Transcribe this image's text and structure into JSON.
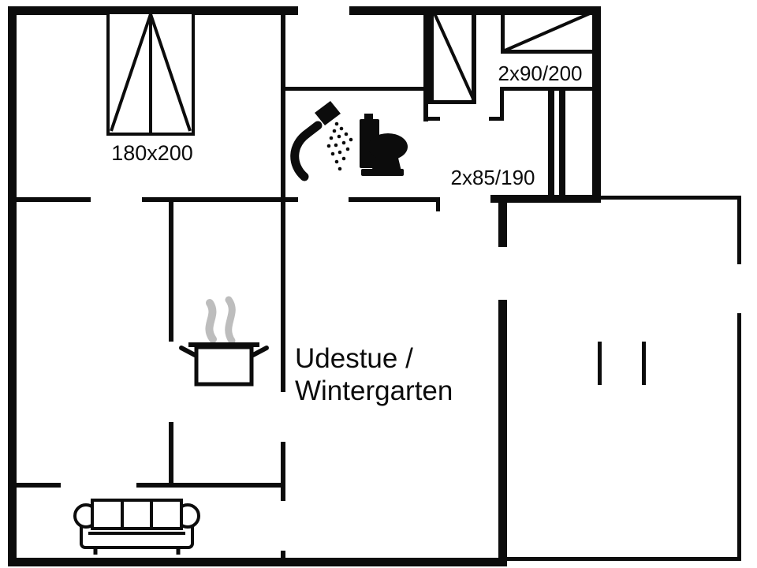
{
  "document": {
    "type": "floor-plan",
    "room_count_visible": 6
  },
  "colors": {
    "background": "#ffffff",
    "wall": "#0c0c0c",
    "steam": "#bdbdbd"
  },
  "labels": {
    "double_bed_size": "180x200",
    "bunk_bed_size": "2x90/200",
    "second_bed_size": "2x85/190",
    "sunroom_line1": "Udestue /",
    "sunroom_line2": "Wintergarten"
  },
  "icons": [
    {
      "name": "double-bed-icon",
      "meaning": "double bed 180x200, top-left bedroom"
    },
    {
      "name": "window-icon",
      "meaning": "opening window symbol, top middle"
    },
    {
      "name": "bunk-bed-icon",
      "meaning": "bed 2x90/200, top-right room"
    },
    {
      "name": "shower-icon",
      "meaning": "shower head with spray, bathroom"
    },
    {
      "name": "toilet-icon",
      "meaning": "toilet, bathroom"
    },
    {
      "name": "cooking-pot-icon",
      "meaning": "kitchen / hob"
    },
    {
      "name": "steam-icon",
      "meaning": "steam over pot"
    },
    {
      "name": "sofa-icon",
      "meaning": "three-seat sofa, living room"
    },
    {
      "name": "door-posts-icon",
      "meaning": "two short post marks in right room"
    }
  ]
}
